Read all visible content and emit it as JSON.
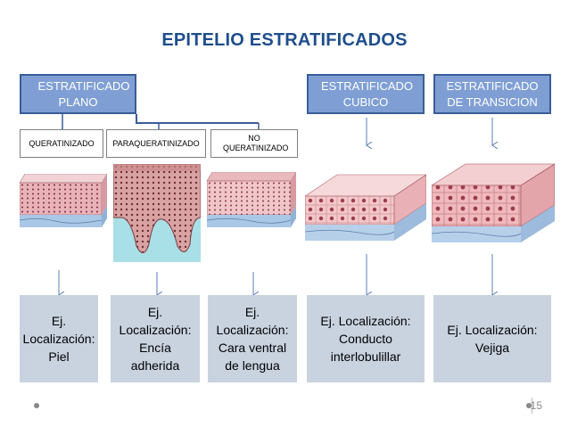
{
  "title": "EPITELIO ESTRATIFICADOS",
  "headers": {
    "plano": "ESTRATIFICADO PLANO",
    "cubico": "ESTRATIFICADO CUBICO",
    "transicion": "ESTRATIFICADO DE TRANSICION"
  },
  "subtypes": {
    "queratinizado": "QUERATINIZADO",
    "paraqueratinizado": "PARAQUERATINIZADO",
    "no_queratinizado": "NO QUERATINIZADO"
  },
  "examples": {
    "piel": "Ej. Localización: Piel",
    "encia": "Ej. Localización: Encía adherida",
    "lengua": "Ej. Localización: Cara ventral de lengua",
    "conducto": "Ej. Localización: Conducto interlobulillar",
    "vejiga": "Ej. Localización: Vejiga"
  },
  "page_number": "15",
  "colors": {
    "title": "#1f4e8c",
    "header_fill": "#7f9fd4",
    "header_border": "#3a5d99",
    "example_fill": "#c9d3e0",
    "connector": "#3a5d99",
    "arrow": "#5b7fb5"
  }
}
